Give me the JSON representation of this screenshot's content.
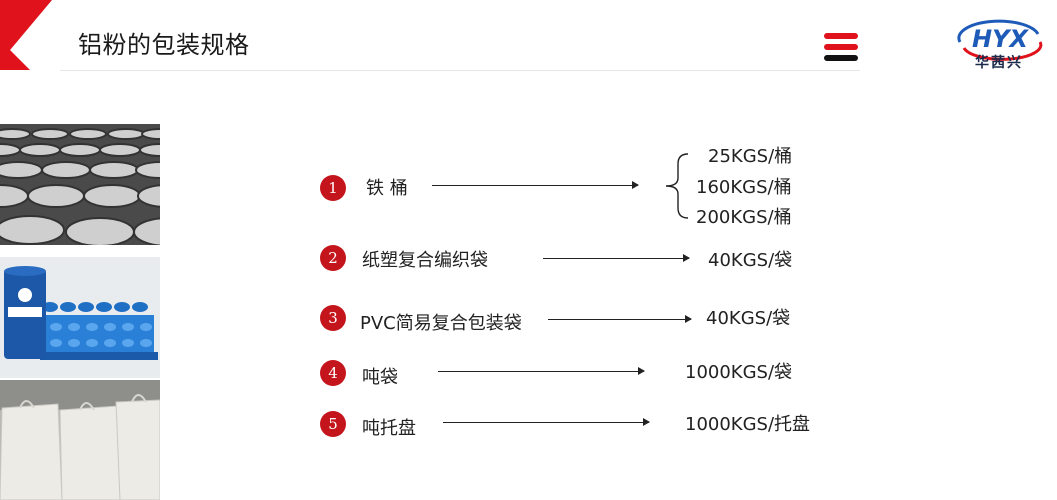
{
  "header": {
    "title": "铝粉的包装规格",
    "logo_text": "HYX",
    "logo_name": "华茜兴",
    "accent_color": "#e0121b"
  },
  "photos": [
    {
      "icon": "iron-drums-photo"
    },
    {
      "icon": "plastic-barrels-photo"
    },
    {
      "icon": "ton-bags-photo"
    }
  ],
  "specs": [
    {
      "num": "1",
      "label": "铁 桶",
      "values": [
        "25KGS/桶",
        "160KGS/桶",
        "200KGS/桶"
      ]
    },
    {
      "num": "2",
      "label": "纸塑复合编织袋",
      "values": [
        "40KGS/袋"
      ]
    },
    {
      "num": "3",
      "label": "PVC简易复合包装袋",
      "values": [
        "40KGS/袋"
      ]
    },
    {
      "num": "4",
      "label": "吨袋",
      "values": [
        "1000KGS/袋"
      ]
    },
    {
      "num": "5",
      "label": "吨托盘",
      "values": [
        "1000KGS/托盘"
      ]
    }
  ]
}
